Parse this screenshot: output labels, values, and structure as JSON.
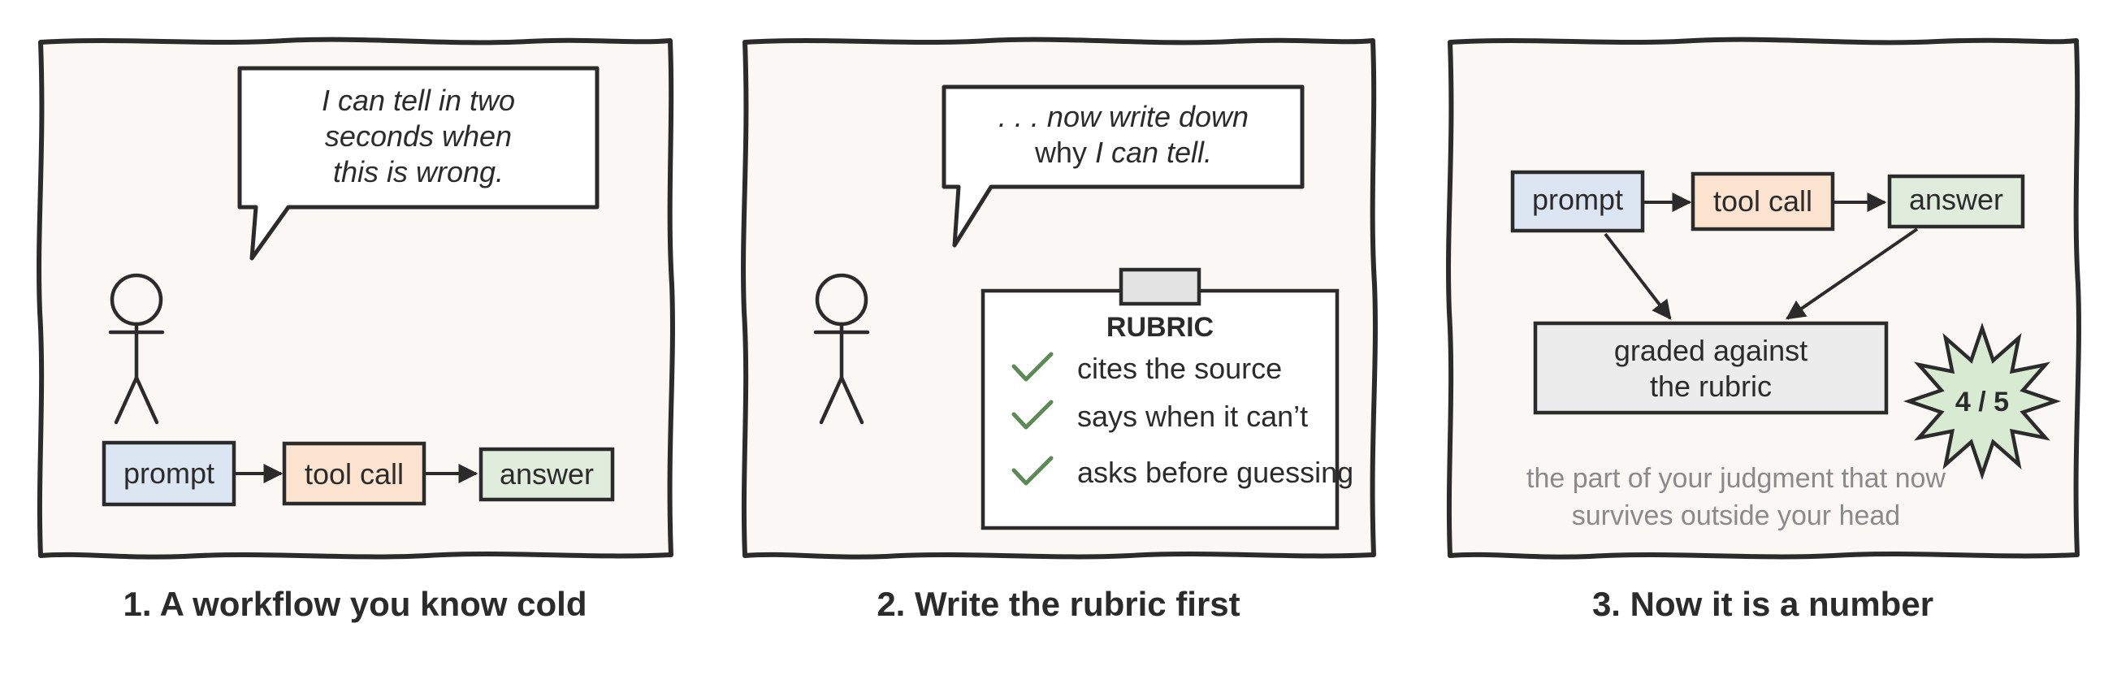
{
  "panels": [
    {
      "caption": "1.  A workflow you know cold",
      "speech_lines": [
        "I can tell in two",
        "seconds when",
        "this is wrong."
      ],
      "flow": [
        "prompt",
        "tool call",
        "answer"
      ]
    },
    {
      "caption": "2.  Write the rubric first",
      "speech_line1_italic": ". . . now write down",
      "speech_line2_plain": "why ",
      "speech_line2_italic": "I can tell.",
      "rubric": {
        "title": "RUBRIC",
        "items": [
          "cites the source",
          "says when it can’t",
          "asks before guessing"
        ]
      }
    },
    {
      "caption": "3.  Now it is a number",
      "flow": [
        "prompt",
        "tool call",
        "answer"
      ],
      "grade_box_lines": [
        "graded against",
        "the rubric"
      ],
      "score": "4 / 5",
      "note_lines": [
        "the part of your judgment that now",
        "survives outside your head"
      ]
    }
  ],
  "colors": {
    "prompt_fill": "#dce6f2",
    "tool_call_fill": "#fbe3d0",
    "answer_fill": "#e0ecdc",
    "grade_fill": "#ececec",
    "score_fill": "#d9ead3",
    "check": "#5b8a55",
    "panel_bg": "#faf8f4",
    "ink": "#2b2b2b"
  },
  "icons": [
    "stick-figure-icon",
    "checkmark-icon",
    "arrow-icon",
    "starburst-badge-icon",
    "clipboard-clip-icon"
  ]
}
